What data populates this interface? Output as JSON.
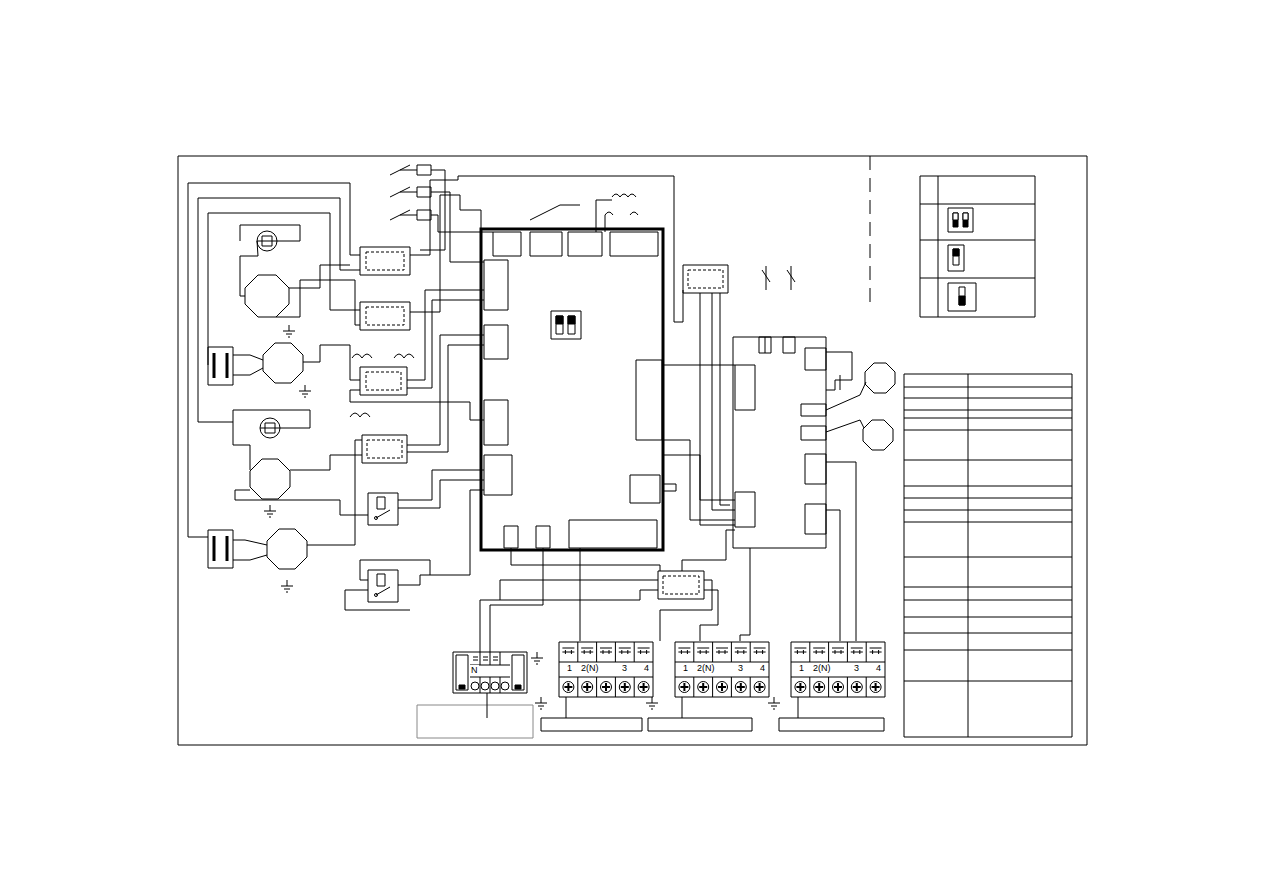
{
  "diagram": {
    "nodes": [
      {
        "text": [
          "N"
        ]
      },
      {
        "text": [
          "1",
          "2(N)",
          "3",
          "4"
        ]
      },
      {
        "text": [
          "1",
          "2(N)",
          "3",
          "4"
        ]
      },
      {
        "text": [
          "1",
          "2(N)",
          "3",
          "4"
        ]
      }
    ]
  }
}
